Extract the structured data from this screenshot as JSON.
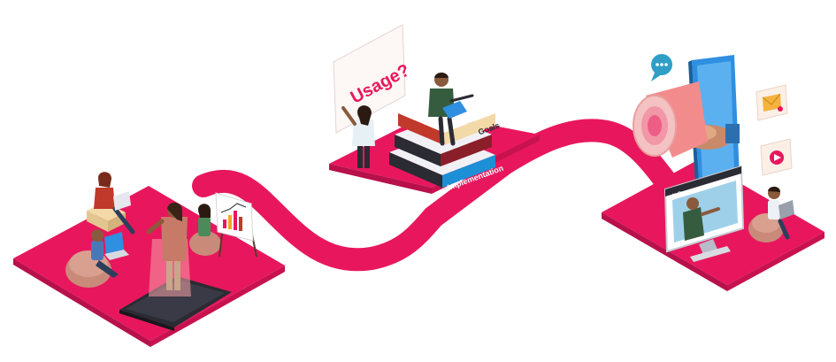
{
  "sign": {
    "text": "Usage?"
  },
  "books": {
    "top_label": "Goals",
    "bottom_label": "Implementation"
  },
  "monitor": {
    "title_text": "X O —"
  },
  "colors": {
    "path": "#e8175d",
    "book_blue": "#1d8fd6",
    "book_cream": "#f3d9a7",
    "phone_blue": "#2f8fe0",
    "dark": "#2b2b33",
    "skin": "#8a5a3c",
    "shirt_red": "#c0392b",
    "beanbag": "#c98a7a"
  },
  "icons": [
    "chat-bubble-icon",
    "envelope-icon",
    "play-video-icon",
    "megaphone-icon",
    "handshake-icon",
    "bar-chart-board-icon",
    "laptop-icon",
    "tablet-icon"
  ]
}
